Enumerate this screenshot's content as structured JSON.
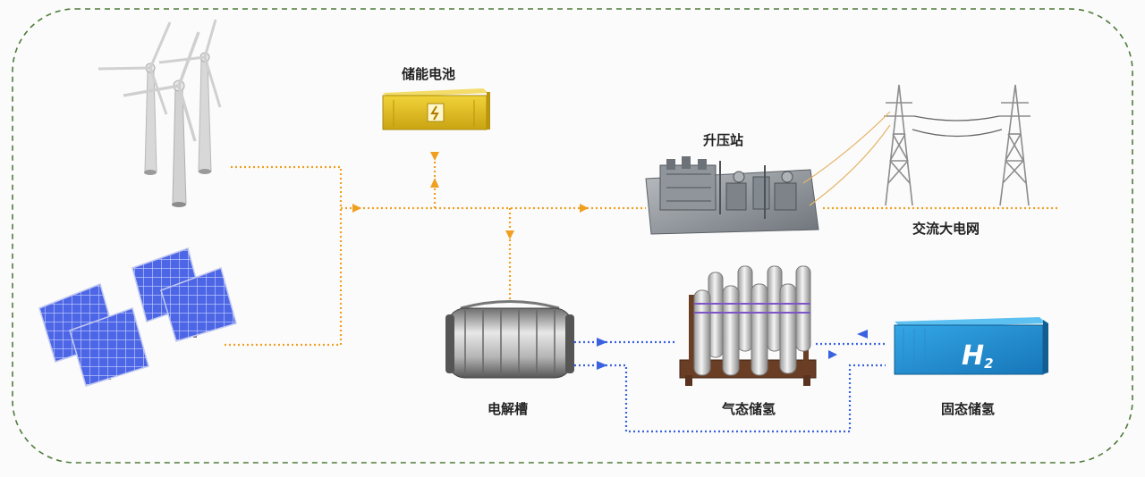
{
  "labels": {
    "battery": "储能电池",
    "substation": "升压站",
    "grid": "交流大电网",
    "electrolyzer": "电解槽",
    "gas_storage": "气态储氢",
    "solid_storage": "固态储氢",
    "h2_mark": "H",
    "h2_sub": "2"
  },
  "icons": {
    "wind": "wind-turbine-icon",
    "solar": "solar-panel-icon",
    "battery": "battery-container-icon",
    "substation": "substation-icon",
    "towers": "transmission-tower-icon",
    "electrolyzer": "electrolyzer-icon",
    "gas": "gas-cylinder-rack-icon",
    "solid": "hydrogen-container-icon"
  },
  "colors": {
    "frame": "#4f7a3a",
    "power_flow": "#f0a020",
    "hydrogen_flow": "#3a62e0",
    "battery_yellow": "#e7c21d",
    "container_blue": "#1f8fd0",
    "solar_blue": "#4b63df"
  }
}
